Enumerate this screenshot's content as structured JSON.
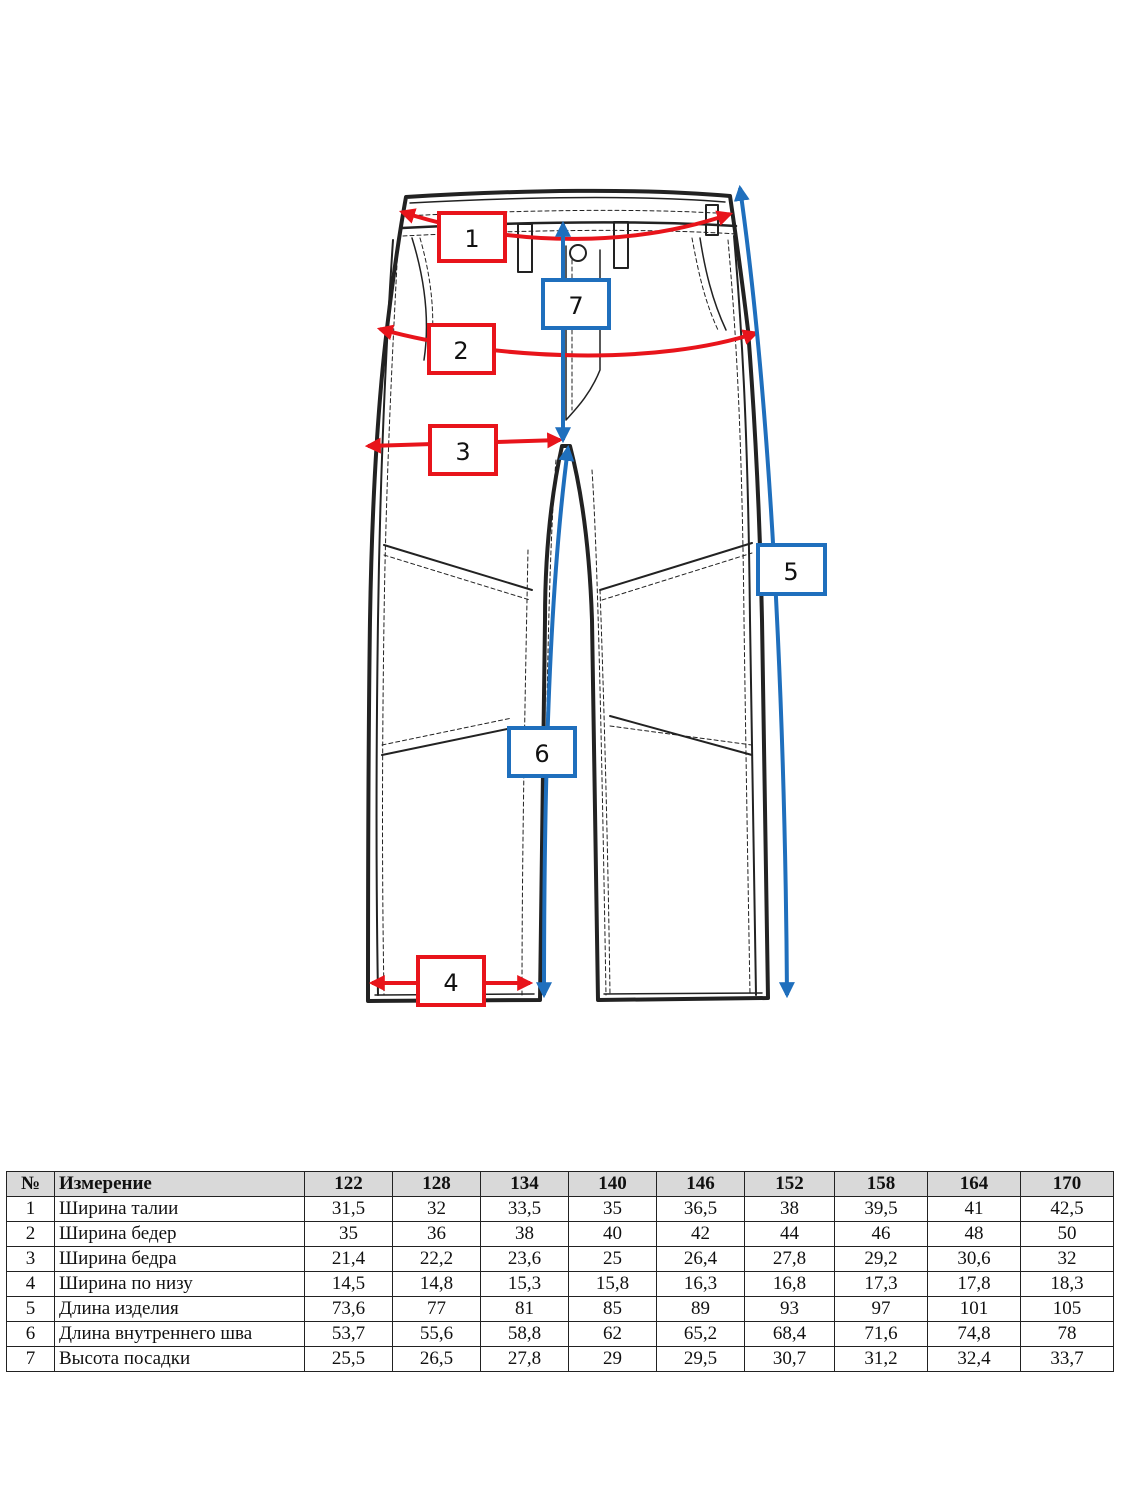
{
  "diagram": {
    "colors": {
      "red": "#e8141b",
      "blue": "#1f6fbd",
      "outline": "#222222"
    },
    "labels": [
      {
        "id": "1",
        "color": "red"
      },
      {
        "id": "2",
        "color": "red"
      },
      {
        "id": "3",
        "color": "red"
      },
      {
        "id": "4",
        "color": "red"
      },
      {
        "id": "5",
        "color": "blue"
      },
      {
        "id": "6",
        "color": "blue"
      },
      {
        "id": "7",
        "color": "blue"
      }
    ]
  },
  "table": {
    "headers": [
      "№",
      "Измерение",
      "122",
      "128",
      "134",
      "140",
      "146",
      "152",
      "158",
      "164",
      "170"
    ],
    "rows": [
      [
        "1",
        "Ширина талии",
        "31,5",
        "32",
        "33,5",
        "35",
        "36,5",
        "38",
        "39,5",
        "41",
        "42,5"
      ],
      [
        "2",
        "Ширина бедер",
        "35",
        "36",
        "38",
        "40",
        "42",
        "44",
        "46",
        "48",
        "50"
      ],
      [
        "3",
        "Ширина бедра",
        "21,4",
        "22,2",
        "23,6",
        "25",
        "26,4",
        "27,8",
        "29,2",
        "30,6",
        "32"
      ],
      [
        "4",
        "Ширина по низу",
        "14,5",
        "14,8",
        "15,3",
        "15,8",
        "16,3",
        "16,8",
        "17,3",
        "17,8",
        "18,3"
      ],
      [
        "5",
        "Длина изделия",
        "73,6",
        "77",
        "81",
        "85",
        "89",
        "93",
        "97",
        "101",
        "105"
      ],
      [
        "6",
        "Длина внутреннего шва",
        "53,7",
        "55,6",
        "58,8",
        "62",
        "65,2",
        "68,4",
        "71,6",
        "74,8",
        "78"
      ],
      [
        "7",
        "Высота посадки",
        "25,5",
        "26,5",
        "27,8",
        "29",
        "29,5",
        "30,7",
        "31,2",
        "32,4",
        "33,7"
      ]
    ]
  }
}
